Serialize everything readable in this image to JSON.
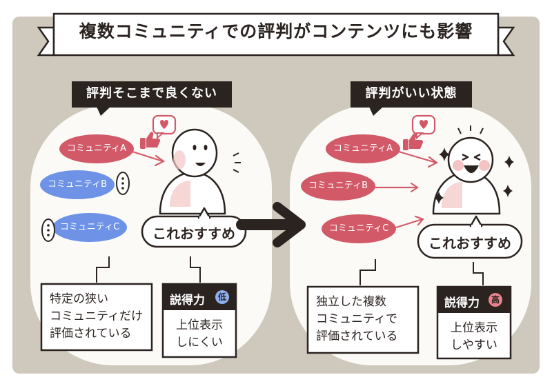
{
  "title": "複数コミュニティでの評判がコンテンツにも影響",
  "left_panel": {
    "label": "評判そこまで良くない",
    "communities": [
      "コミュニティA",
      "コミュニティB",
      "コミュニティC"
    ],
    "speech": "これおすすめ",
    "note": "特定の狭い\nコミュニティだけ\n評価されている",
    "persuasion_label": "説得力",
    "persuasion_level": "低",
    "result": "上位表示\nしにくい"
  },
  "right_panel": {
    "label": "評判がいい状態",
    "communities": [
      "コミュニティA",
      "コミュニティB",
      "コミュニティC"
    ],
    "speech": "これおすすめ",
    "note": "独立した複数\nコミュニティで\n評価されている",
    "persuasion_label": "説得力",
    "persuasion_level": "高",
    "result": "上位表示\nしやすい"
  },
  "colors": {
    "background": "#cfc8bc",
    "panel": "#fbfaf7",
    "dark": "#2a2320",
    "community_red": "#d25a68",
    "community_blue": "#6d92e6",
    "badge_low": "#8fb0f0",
    "badge_high": "#e8828e",
    "heart": "#d25a68",
    "cheek": "#f4c4c4"
  }
}
